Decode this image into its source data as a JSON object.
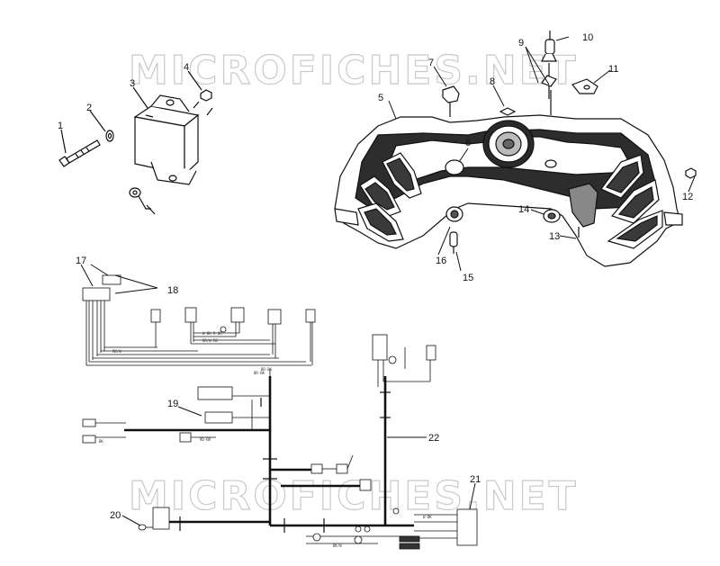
{
  "watermark": "MICROFICHES.NET",
  "callouts": [
    "1",
    "2",
    "3",
    "4",
    "5",
    "6",
    "7",
    "8",
    "9",
    "10",
    "11",
    "12",
    "13",
    "14",
    "15",
    "16",
    "17",
    "18",
    "19",
    "20",
    "21",
    "22"
  ],
  "colors": {
    "line": "#111111",
    "watermark": "#c9c9c9",
    "fill": "#3a3a3a"
  }
}
